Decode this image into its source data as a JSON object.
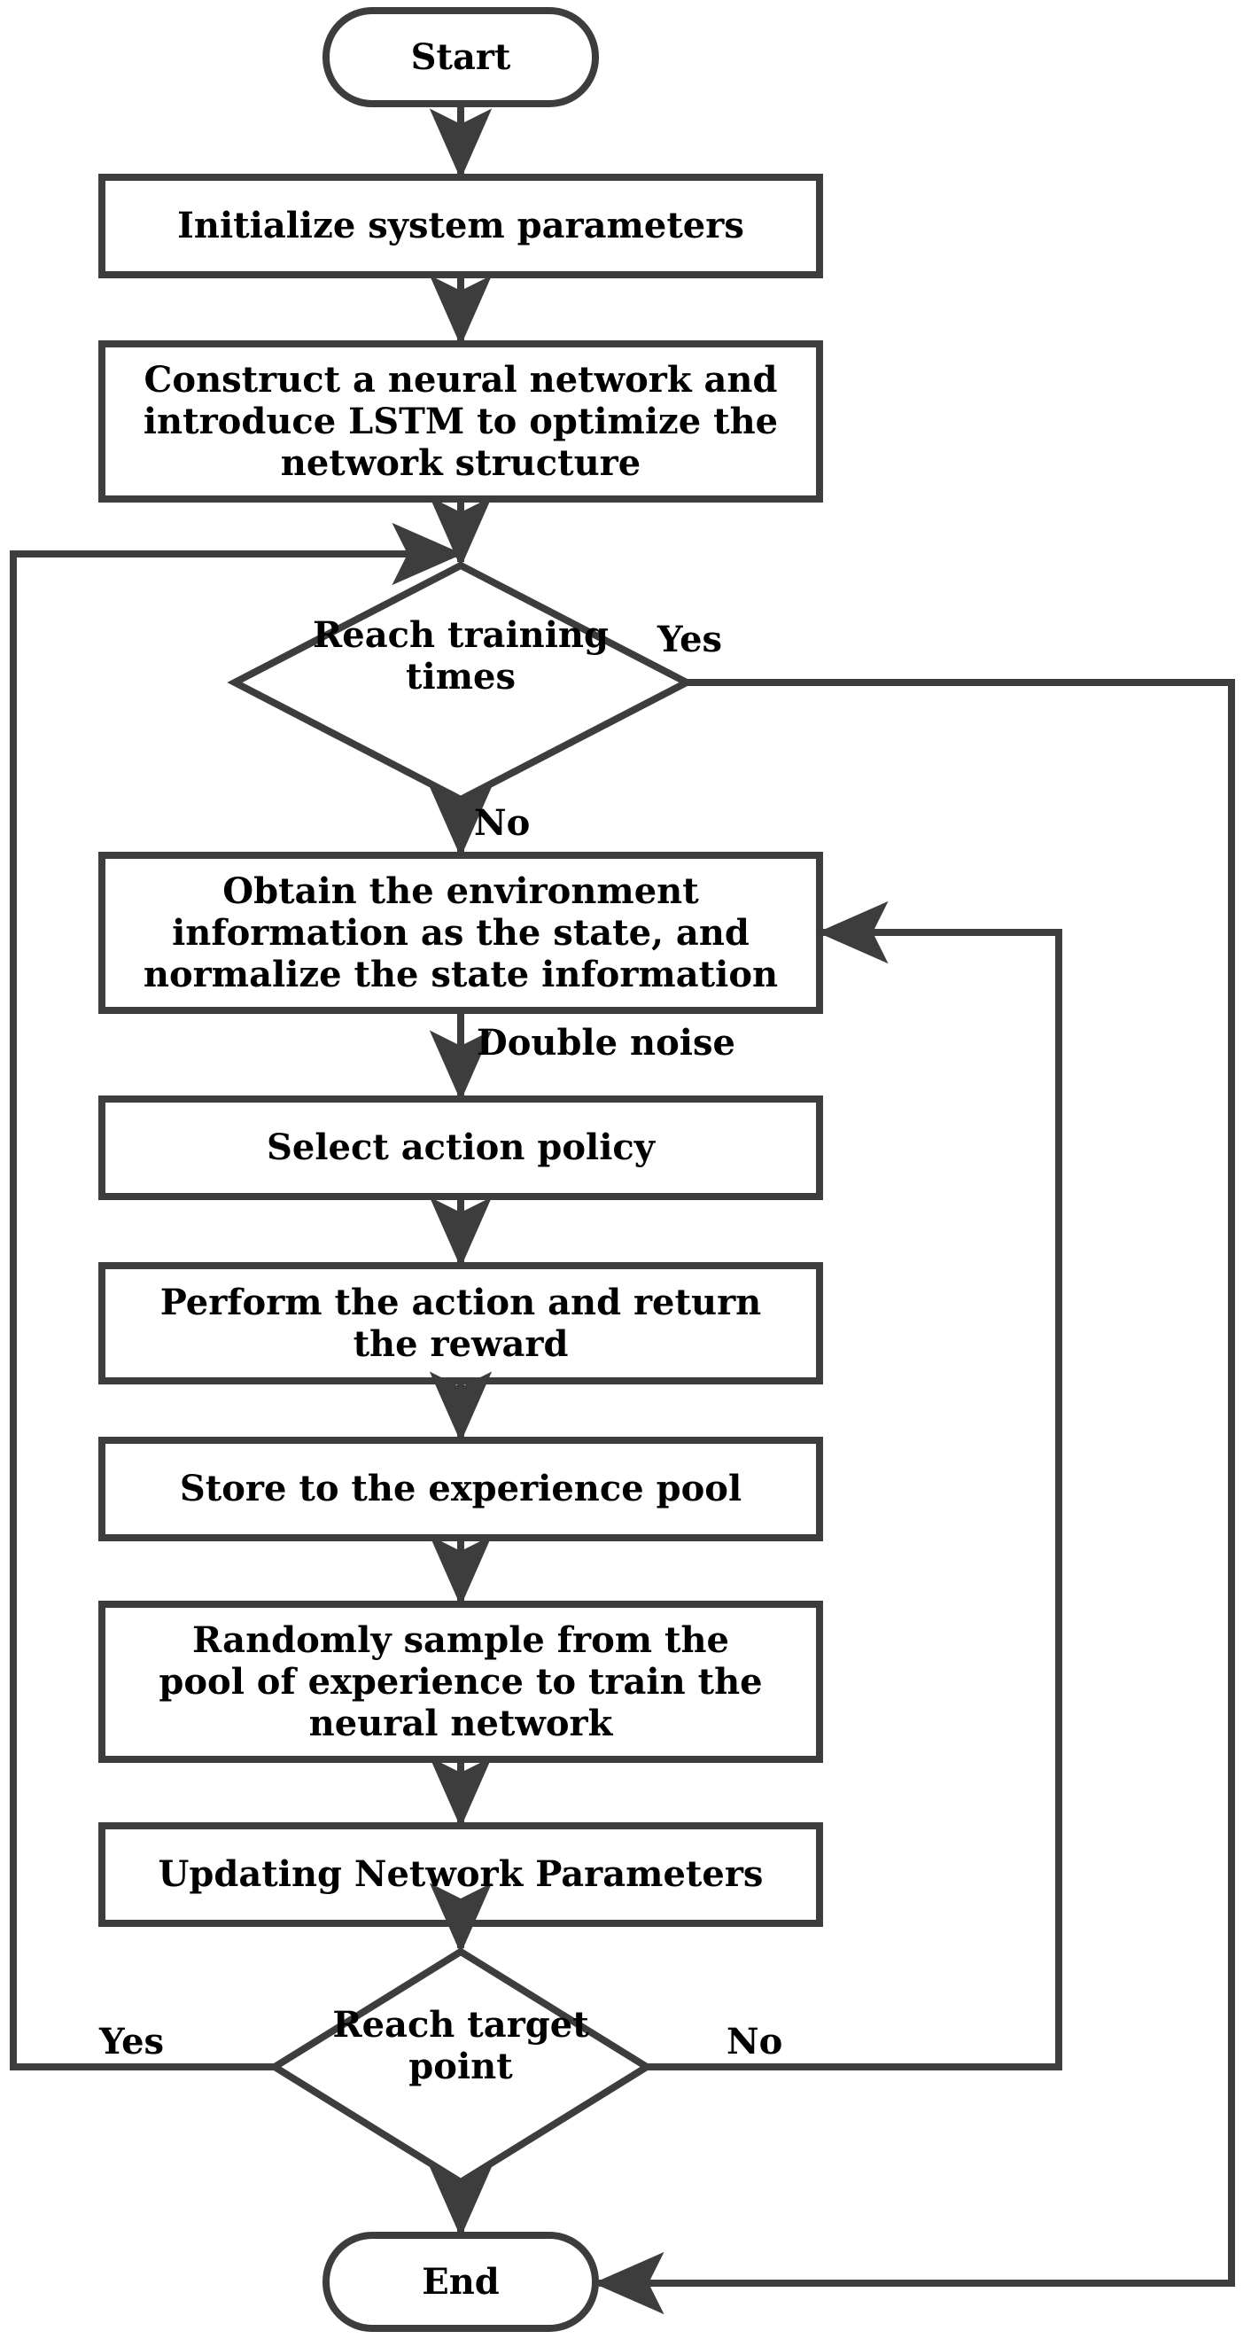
{
  "diagram": {
    "title": "Deep reinforcement learning training flowchart",
    "stroke_color": "#3d3d3d",
    "text_color": "#000000",
    "background_color": "#ffffff",
    "nodes": [
      {
        "id": "start",
        "shape": "terminator",
        "label": "Start"
      },
      {
        "id": "init",
        "shape": "process",
        "label": "Initialize system parameters"
      },
      {
        "id": "construct",
        "shape": "process",
        "label": "Construct a neural network and\nintroduce LSTM to optimize the\nnetwork structure"
      },
      {
        "id": "reach_train",
        "shape": "decision",
        "label": "Reach training\ntimes"
      },
      {
        "id": "obtain",
        "shape": "process",
        "label": "Obtain the environment\ninformation as the state, and\nnormalize the state information"
      },
      {
        "id": "select",
        "shape": "process",
        "label": "Select action policy"
      },
      {
        "id": "perform",
        "shape": "process",
        "label": "Perform the action and return\nthe reward"
      },
      {
        "id": "store",
        "shape": "process",
        "label": "Store to the experience pool"
      },
      {
        "id": "sample",
        "shape": "process",
        "label": "Randomly sample from the\npool of experience to train the\nneural network"
      },
      {
        "id": "update",
        "shape": "process",
        "label": "Updating Network Parameters"
      },
      {
        "id": "reach_target",
        "shape": "decision",
        "label": "Reach target\npoint"
      },
      {
        "id": "end",
        "shape": "terminator",
        "label": "End"
      }
    ],
    "edge_labels": [
      {
        "id": "train_yes",
        "label": "Yes"
      },
      {
        "id": "train_no",
        "label": "No"
      },
      {
        "id": "double",
        "label": "Double noise"
      },
      {
        "id": "target_yes",
        "label": "Yes"
      },
      {
        "id": "target_no",
        "label": "No"
      }
    ]
  }
}
